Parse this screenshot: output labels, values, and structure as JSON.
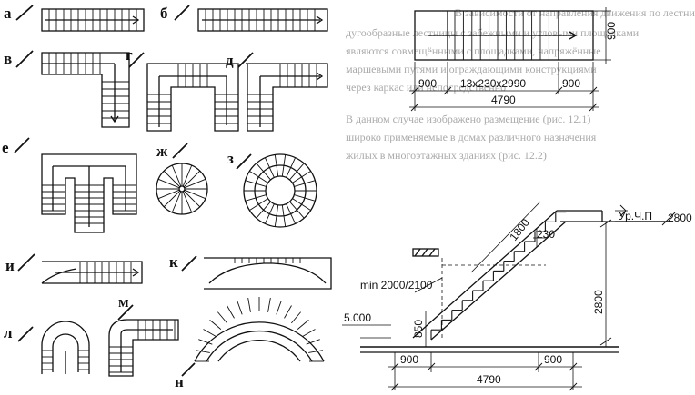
{
  "ghost_text": [
    "В зависимости от направления движения по лестнице различают",
    "дугообразные лестницы с забежными и угловыми площадками",
    "являются совмещёнными с площадками, напряжённые",
    "маршевыми путями и ограждающими конструкциями",
    "через каркас или непосредственно",
    "В данном случае изображено размещение (рис. 12.1)",
    "широко применяемые в домах различного назначения",
    "жилых в многоэтажных зданиях (рис. 12.2)"
  ],
  "variant_labels": {
    "a": "а",
    "b": "б",
    "v": "в",
    "g": "г",
    "d": "д",
    "e": "е",
    "zh": "ж",
    "z": "з",
    "i": "и",
    "k": "к",
    "l": "л",
    "m": "м",
    "n": "н"
  },
  "plan": {
    "width_dim": "900",
    "left_dim": "900",
    "step_dim": "13x230x2990",
    "right_dim": "900",
    "total_dim": "4790"
  },
  "section": {
    "top_level": "Ур.Ч.П",
    "top_value": "2800",
    "diag_dim": "1800",
    "step_h": "230",
    "min_label": "min 2000/2100",
    "level": "5.000",
    "low_dim": "850",
    "height_dim": "2800",
    "left_dim": "900",
    "right_dim": "900",
    "total_dim": "4790"
  }
}
